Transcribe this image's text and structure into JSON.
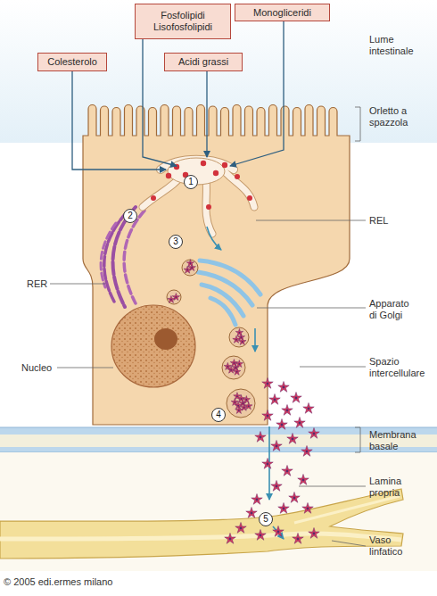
{
  "diagram": {
    "nodes": [
      {
        "text": [
          "Fosfolipidi Lisofosfolipidi"
        ]
      },
      {
        "text": [
          "Monogliceridi"
        ]
      },
      {
        "text": [
          "Colesterolo"
        ]
      },
      {
        "text": [
          "Acidi grassi"
        ]
      }
    ],
    "labels": [
      "Lume intestinale",
      "Orletto a spazzola",
      "1",
      "REL",
      "2",
      "3",
      "RER",
      "Apparato di Golgi",
      "Nucleo",
      "Spazio intercellulare",
      "4",
      "Membrana basale",
      "Lamina propria",
      "5",
      "Vaso linfatico",
      "© 2005 edi.ermes milano"
    ]
  }
}
